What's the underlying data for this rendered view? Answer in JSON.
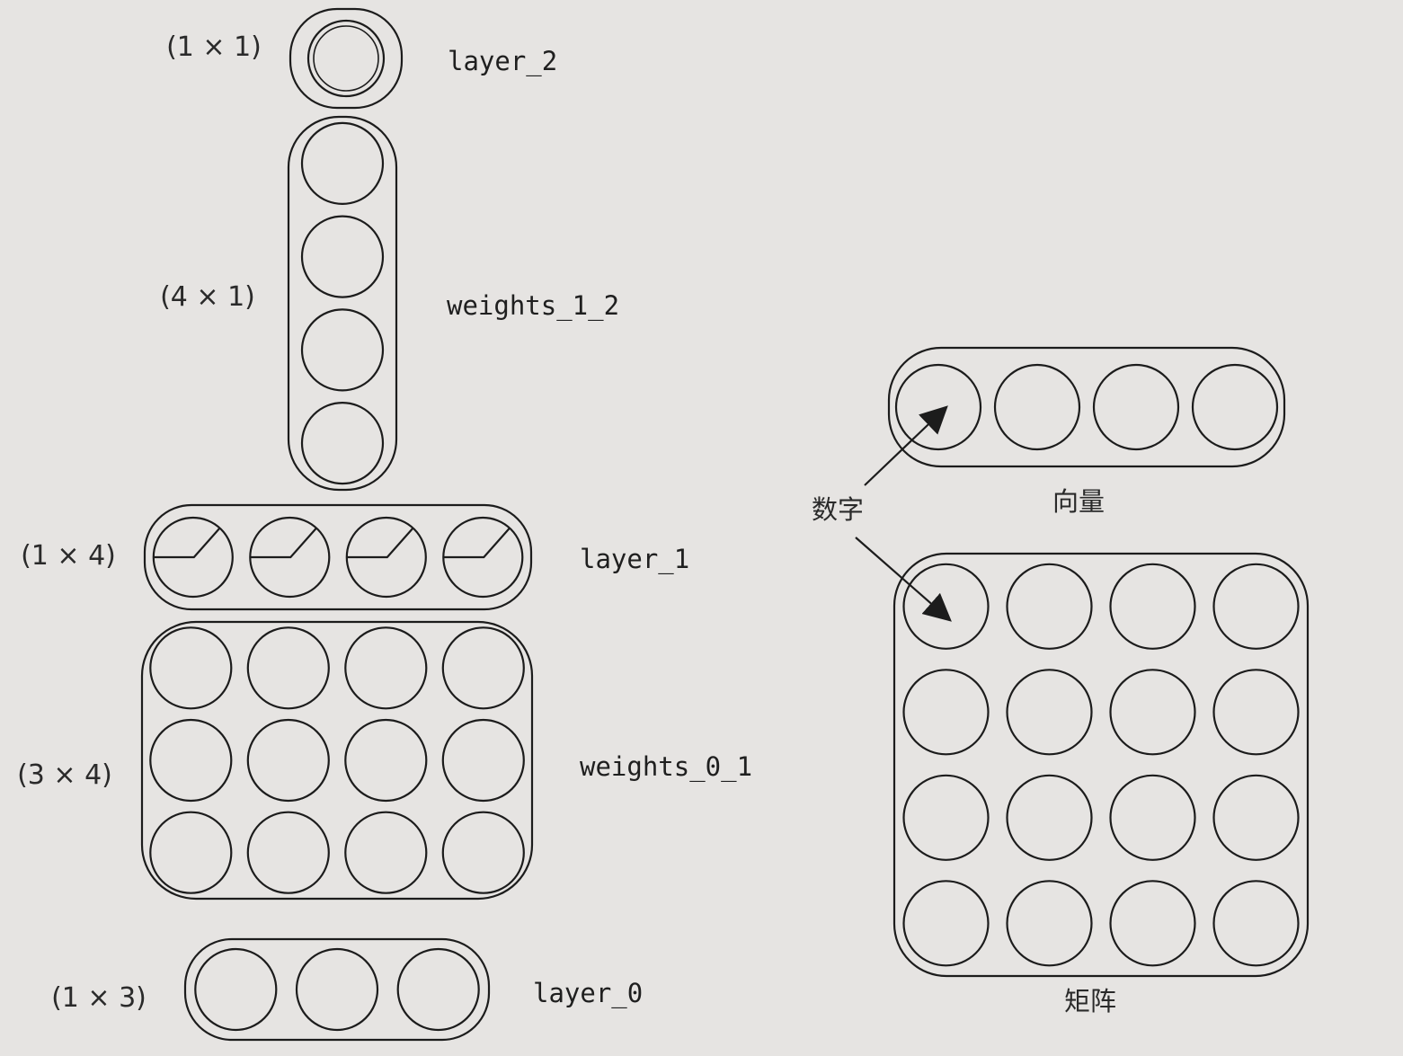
{
  "colors": {
    "ink": "#1c1c1c",
    "paper": "#e6e4e2"
  },
  "stack": [
    {
      "id": "layer_2",
      "label": "layer_2",
      "dimension": "(1 × 1)",
      "rows": 1,
      "cols": 1,
      "activation": "none"
    },
    {
      "id": "weights_1_2",
      "label": "weights_1_2",
      "dimension": "(4 × 1)",
      "rows": 4,
      "cols": 1,
      "activation": "none"
    },
    {
      "id": "layer_1",
      "label": "layer_1",
      "dimension": "(1 × 4)",
      "rows": 1,
      "cols": 4,
      "activation": "relu"
    },
    {
      "id": "weights_0_1",
      "label": "weights_0_1",
      "dimension": "(3 × 4)",
      "rows": 3,
      "cols": 4,
      "activation": "none"
    },
    {
      "id": "layer_0",
      "label": "layer_0",
      "dimension": "(1 × 3)",
      "rows": 1,
      "cols": 3,
      "activation": "none"
    }
  ],
  "legend": {
    "vector": {
      "label": "向量",
      "rows": 1,
      "cols": 4
    },
    "matrix": {
      "label": "矩阵",
      "rows": 4,
      "cols": 4
    },
    "number_label": "数字"
  }
}
